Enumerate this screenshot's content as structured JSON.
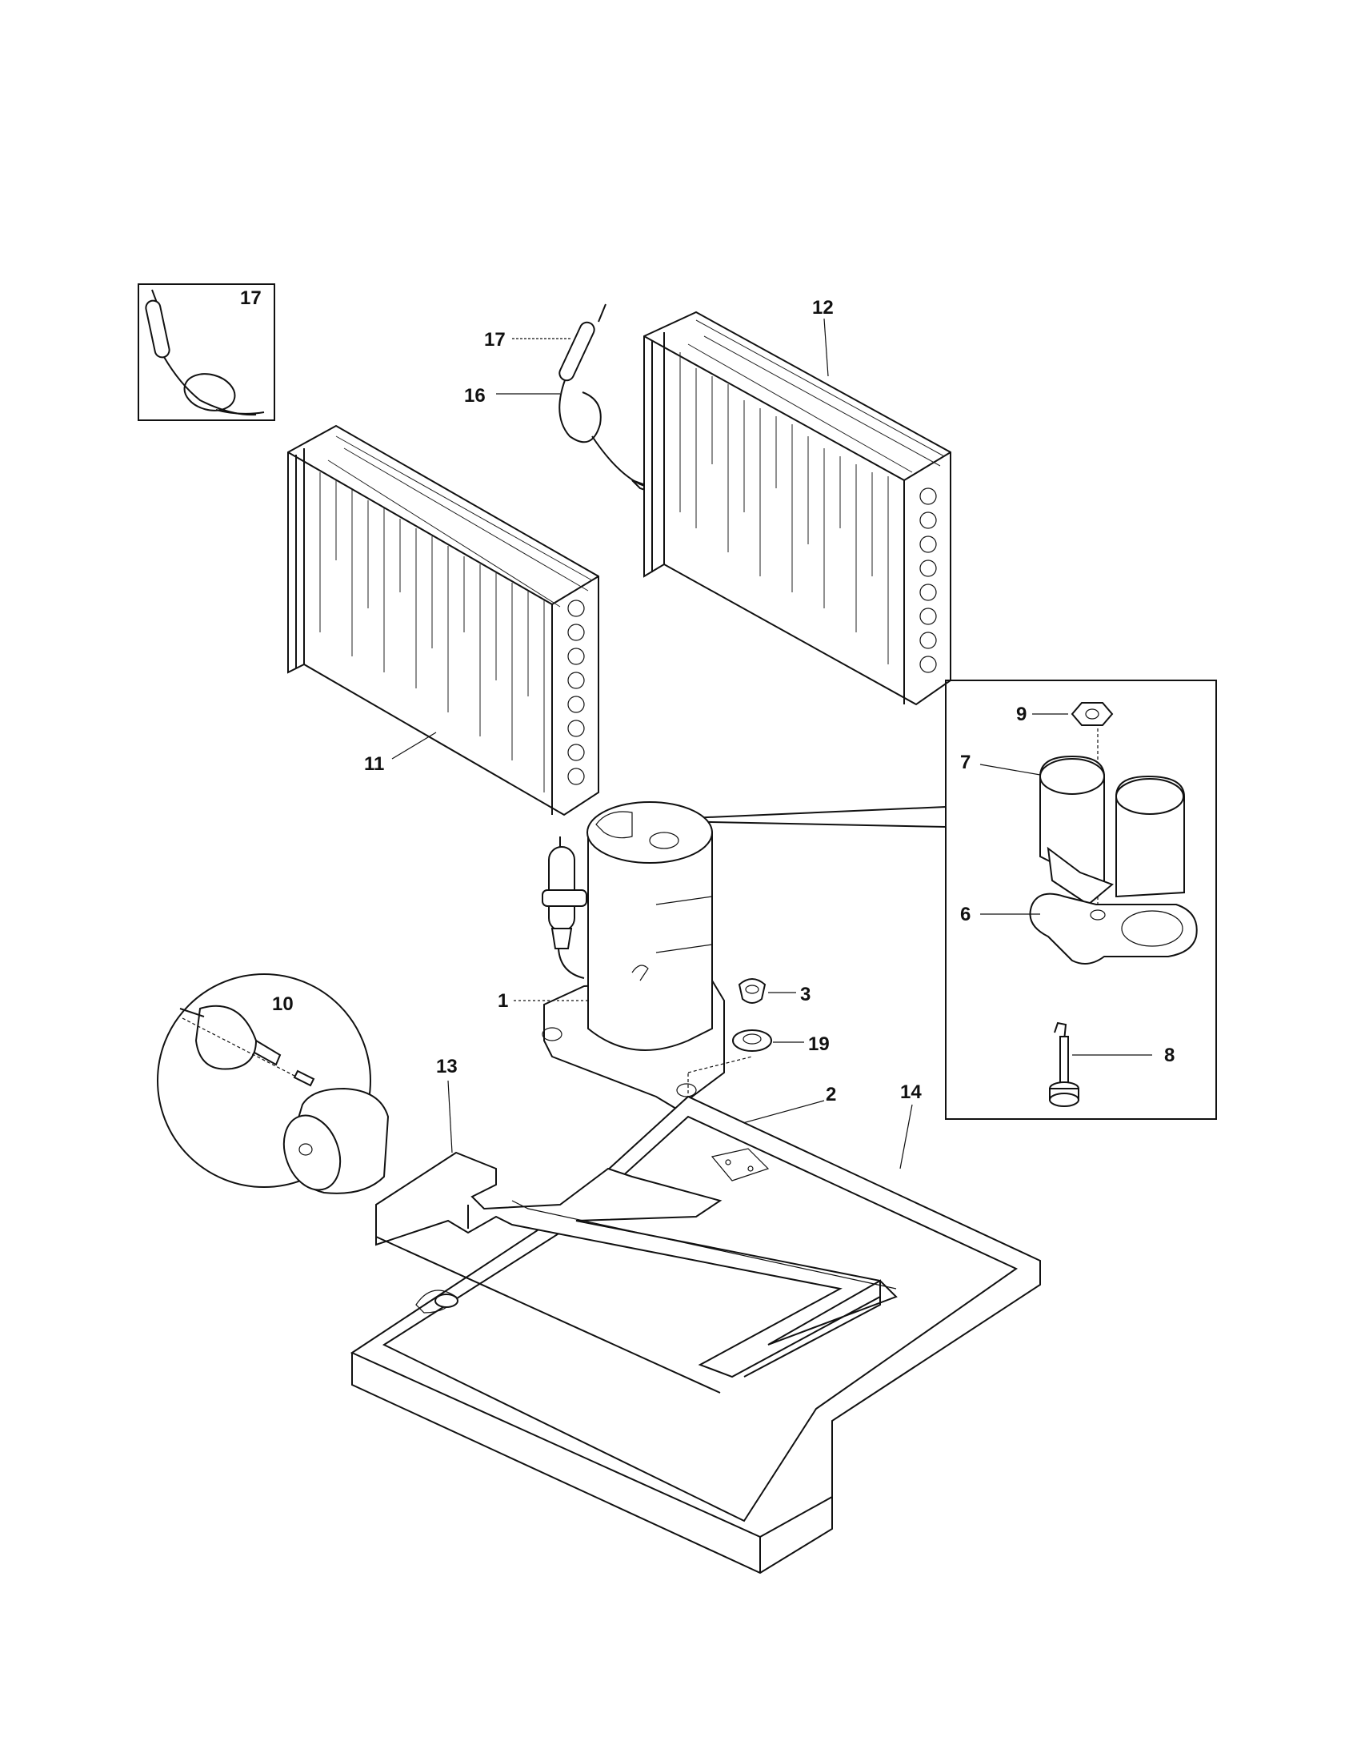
{
  "callouts": {
    "c17_inset": "17",
    "c17": "17",
    "c16": "16",
    "c12": "12",
    "c11": "11",
    "c9": "9",
    "c7": "7",
    "c6": "6",
    "c8": "8",
    "c1": "1",
    "c3": "3",
    "c19": "19",
    "c10": "10",
    "c13": "13",
    "c14": "14",
    "c2": "2"
  }
}
